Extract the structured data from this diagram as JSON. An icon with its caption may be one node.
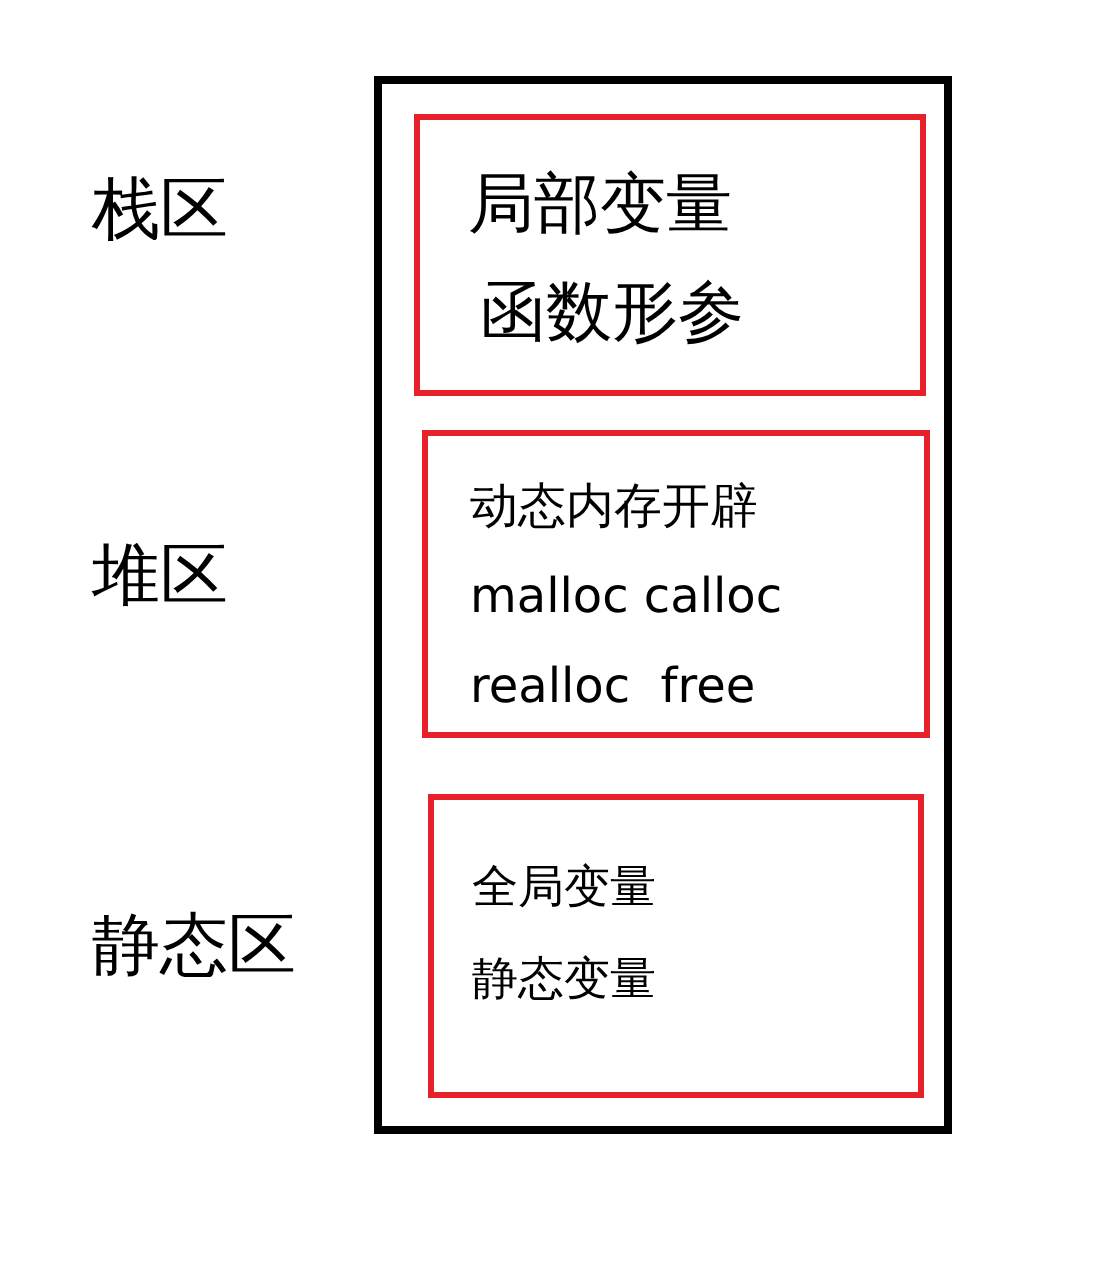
{
  "diagram": {
    "nodes": [
      {
        "text": [],
        "shape": "box"
      },
      {
        "text": [
          "局部变量",
          "函数形参"
        ],
        "in": 0
      },
      {
        "text": [
          "动态内存开辟",
          "malloc calloc",
          "realloc  free"
        ],
        "in": 0
      },
      {
        "text": [
          "全局变量",
          "静态变量"
        ],
        "in": 0
      }
    ],
    "labels": [
      "栈区",
      "堆区",
      "静态区"
    ]
  }
}
